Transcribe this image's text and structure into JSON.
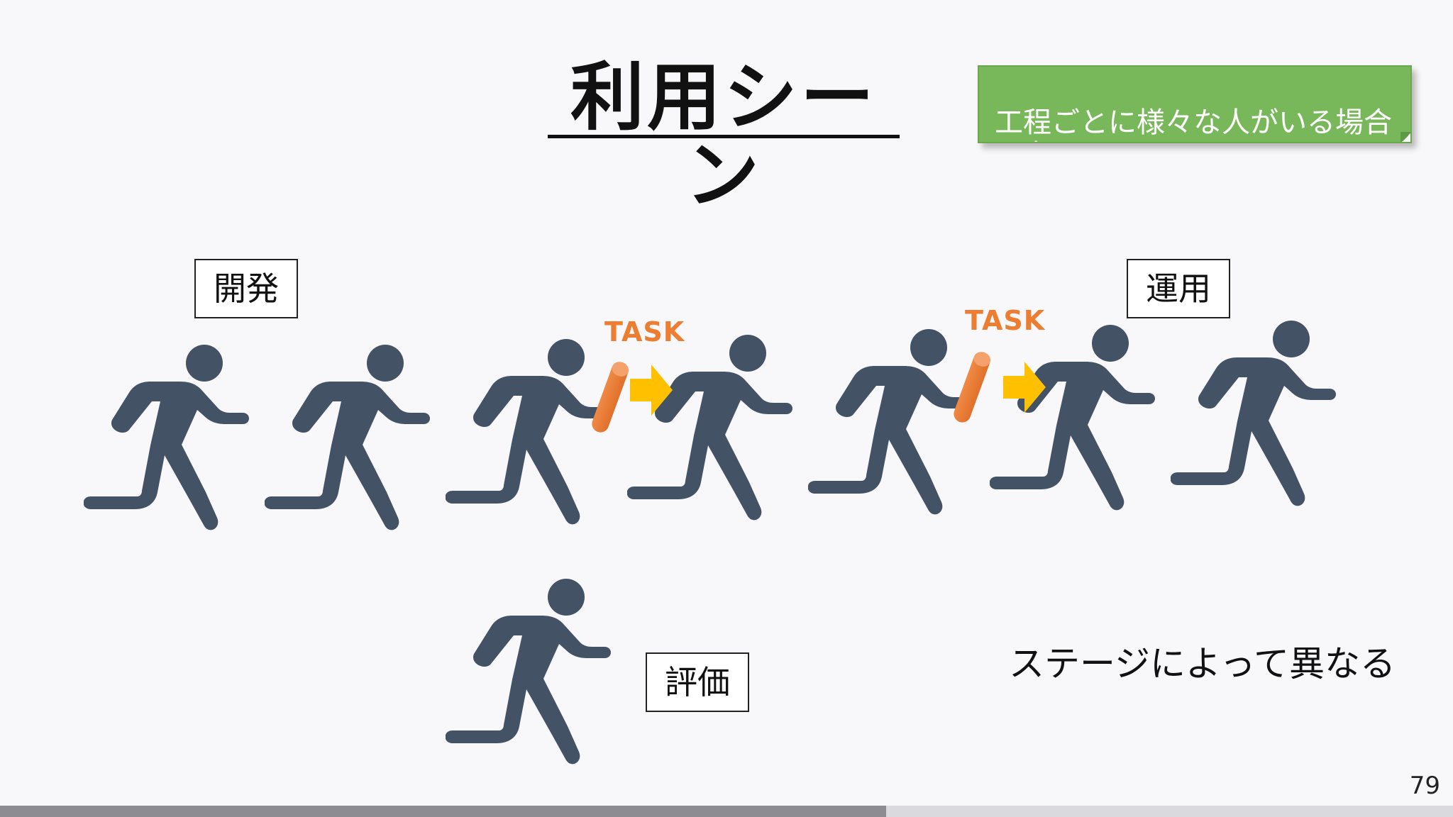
{
  "slide": {
    "title": "利用シーン",
    "note": "工程ごとに様々な人がいる場合\nも考えられます。",
    "labels": {
      "dev": "開発",
      "ops": "運用",
      "eval": "評価"
    },
    "task_label_1": "TASK",
    "task_label_2": "TASK",
    "stage_text": "ステージによって異なる",
    "page_number": "79",
    "progress": 0.61
  },
  "colors": {
    "runner": "#445266",
    "task": "#ed7d31",
    "arrow": "#ffc000",
    "note_bg": "#78b85a",
    "progress_fill": "#8c8c92",
    "progress_bg": "#d9d9de"
  },
  "icons": {
    "runner": "running-person-icon",
    "baton": "baton-icon",
    "arrow": "right-arrow-icon"
  }
}
